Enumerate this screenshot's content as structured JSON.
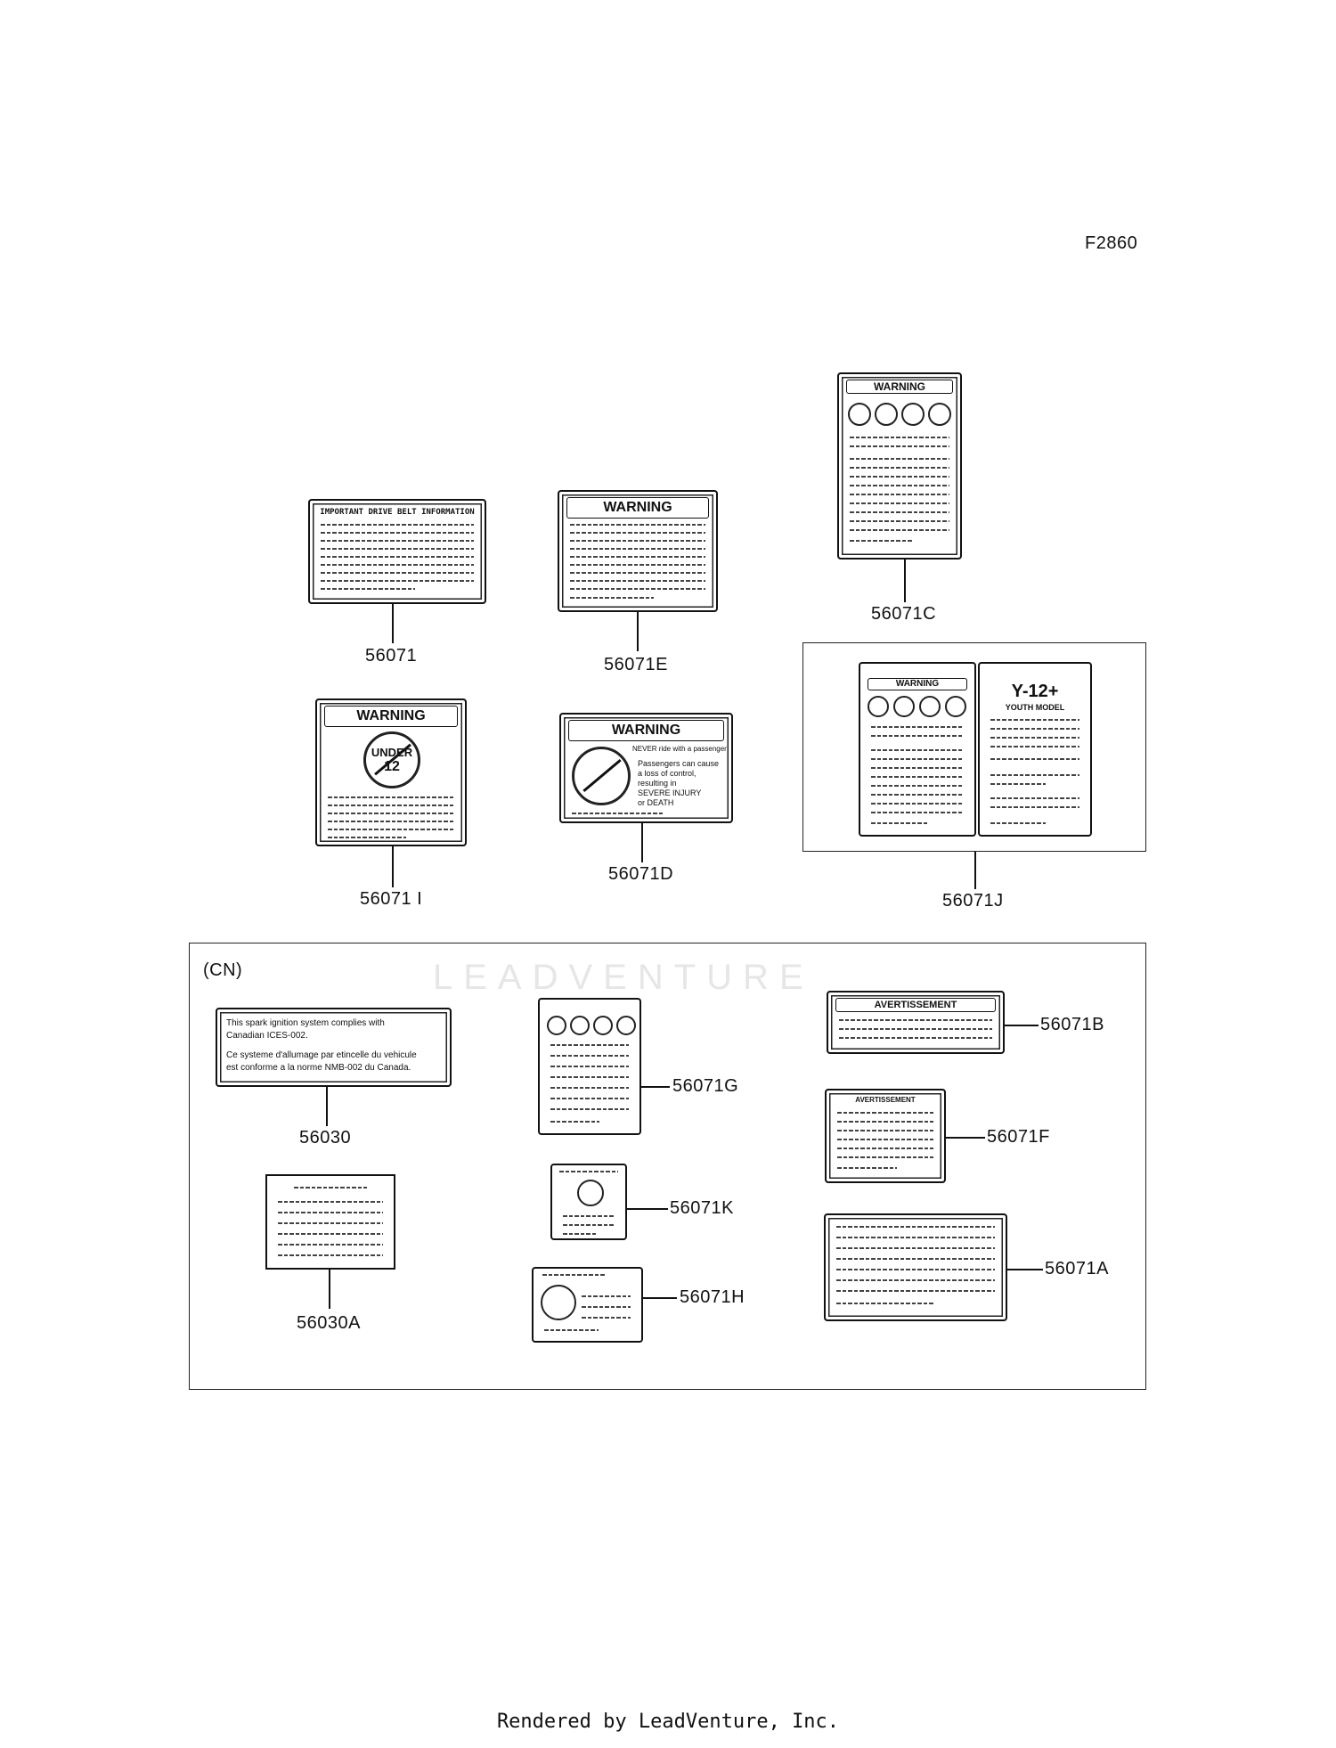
{
  "figure_code": "F2860",
  "section_label": "(CN)",
  "watermark": "LEADVENTURE",
  "footer": "Rendered by LeadVenture, Inc.",
  "parts": {
    "p56071": "56071",
    "p56071E": "56071E",
    "p56071C": "56071C",
    "p56071I": "56071 I",
    "p56071D": "56071D",
    "p56071J": "56071J",
    "p56030": "56030",
    "p56030A": "56030A",
    "p56071G": "56071G",
    "p56071K": "56071K",
    "p56071H": "56071H",
    "p56071B": "56071B",
    "p56071F": "56071F",
    "p56071A": "56071A"
  },
  "decal_text": {
    "drive_belt_title": "IMPORTANT DRIVE BELT INFORMATION",
    "warning": "WARNING",
    "under": "UNDER",
    "age": "12",
    "never_passenger": "NEVER ride with a passenger",
    "passenger_line1": "Passengers can cause",
    "passenger_line2": "a loss of control,",
    "passenger_line3": "resulting in",
    "passenger_line4": "SEVERE INJURY",
    "passenger_line5": "or DEATH",
    "youth_title": "Y-12+",
    "youth_sub": "YOUTH MODEL",
    "avert_title": "AVERTISSEMENT",
    "cn_56030_line1": "This spark ignition system complies with",
    "cn_56030_line2": "Canadian ICES-002.",
    "cn_56030_line3": "Ce systeme d'allumage par etincelle du vehicule",
    "cn_56030_line4": "est conforme a la norme NMB-002 du Canada."
  }
}
